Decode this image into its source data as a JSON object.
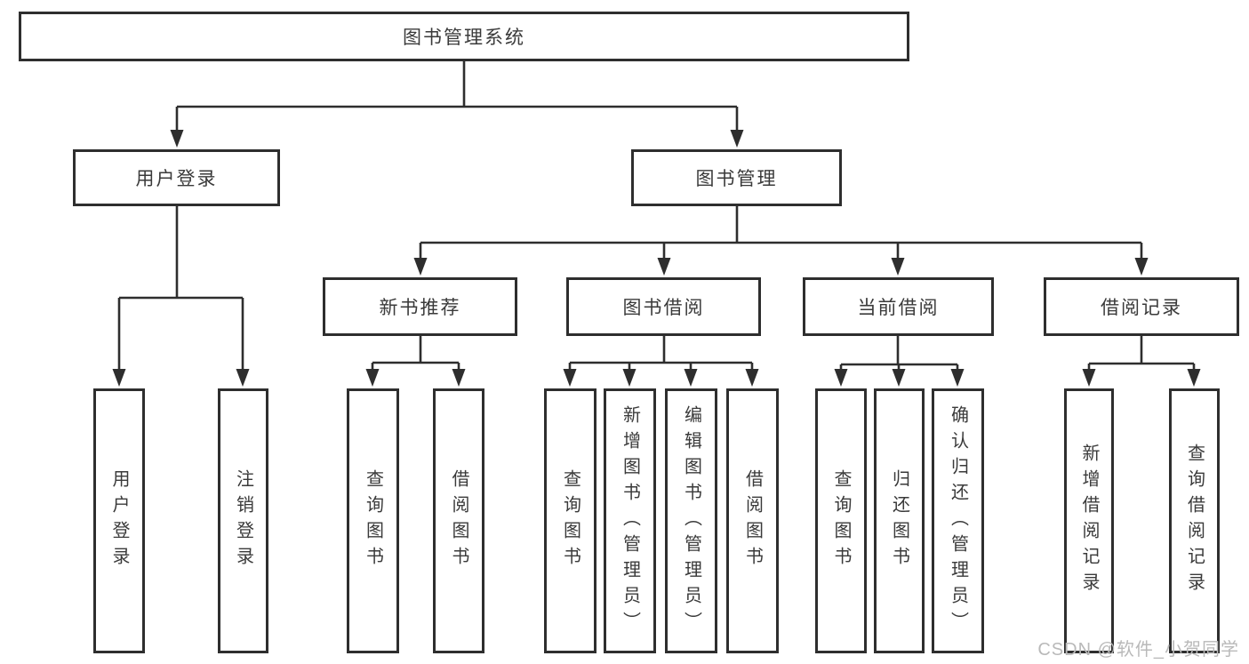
{
  "diagram_type": "hierarchy-tree",
  "colors": {
    "line": "#2e2e2e",
    "box_fill": "#ffffff",
    "text": "#3a3a3a",
    "watermark": "#b9b9b9",
    "background": "#ffffff"
  },
  "watermark": "CSDN @软件_小贺同学",
  "tree": {
    "label": "图书管理系统",
    "children": [
      {
        "label": "用户登录",
        "children": [
          {
            "label": "用户登录"
          },
          {
            "label": "注销登录"
          }
        ]
      },
      {
        "label": "图书管理",
        "children": [
          {
            "label": "新书推荐",
            "children": [
              {
                "label": "查询图书"
              },
              {
                "label": "借阅图书"
              }
            ]
          },
          {
            "label": "图书借阅",
            "children": [
              {
                "label": "查询图书"
              },
              {
                "label": "新增图书（管理员）"
              },
              {
                "label": "编辑图书（管理员）"
              },
              {
                "label": "借阅图书"
              }
            ]
          },
          {
            "label": "当前借阅",
            "children": [
              {
                "label": "查询图书"
              },
              {
                "label": "归还图书"
              },
              {
                "label": "确认归还（管理员）"
              }
            ]
          },
          {
            "label": "借阅记录",
            "children": [
              {
                "label": "新增借阅记录"
              },
              {
                "label": "查询借阅记录"
              }
            ]
          }
        ]
      }
    ]
  }
}
